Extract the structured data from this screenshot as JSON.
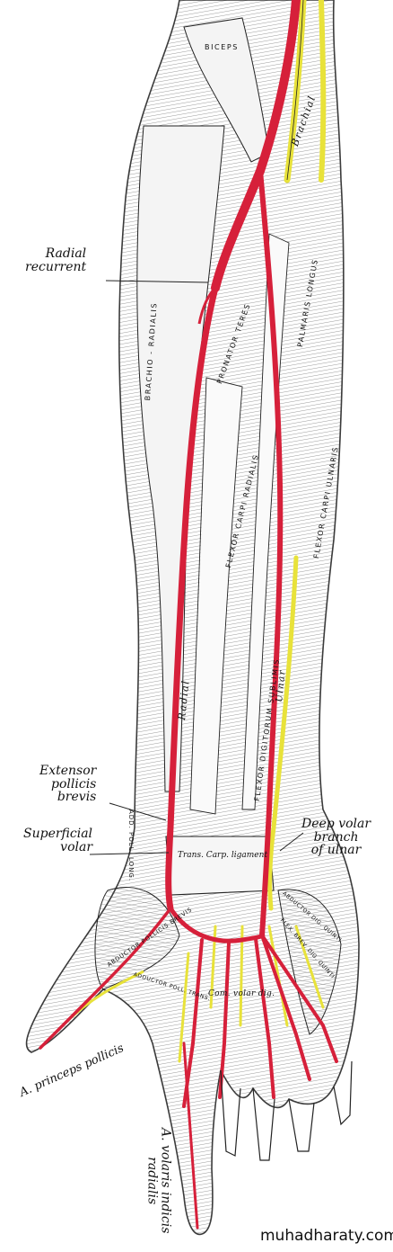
{
  "labels": {
    "radial_recurrent": [
      "Radial",
      "recurrent"
    ],
    "extensor_pollicis_brevis": [
      "Extensor",
      "pollicis",
      "brevis"
    ],
    "superficial_volar": [
      "Superficial",
      "volar"
    ],
    "deep_volar_branch": [
      "Deep volar",
      "branch",
      "of ulnar"
    ],
    "princeps_pollicis": "A. princeps pollicis",
    "volaris_indicis": [
      "A. volaris indicis",
      "radialis"
    ]
  },
  "structure_labels": {
    "biceps": "BICEPS",
    "brachial": "Brachial",
    "brachio_radialis": "BRACHIO - RADIALIS",
    "pronator_teres": "PRONATOR TERES",
    "palmaris_longus": "PALMARIS LONGUS",
    "flexor_carpi_radialis": "FLEXOR CARPI RADIALIS",
    "flexor_carpi_ulnaris": "FLEXOR CARPI ULNARIS",
    "flexor_digitorum_sublimis": "FLEXOR DIGITORUM SUBLIMIS",
    "radial": "Radial",
    "ulnar": "Ulnar",
    "add_poll_long": "ADD. POLL. LONG.",
    "trans_carp_ligament": "Trans. Carp. ligament",
    "abductor_pollicis_brevis": "ABDUCTOR POLLICIS BREVIS",
    "adductor_poll_trans": "ADDUCTOR POLL. TRANS.",
    "abductor_dig_quinti": "ABDUCTOR DIG. QUINTI",
    "flex_brev_dig_quinti": "FLEX. BREV. DIG. QUINTI",
    "com_volar_dig": "Com. volar dig."
  },
  "watermark": "muhadharaty.com",
  "colors": {
    "artery": "#d6203a",
    "nerve": "#e8e23a",
    "ink": "#1a1a1a",
    "muscle_fill": "#f2f2f2",
    "background": "#ffffff"
  }
}
